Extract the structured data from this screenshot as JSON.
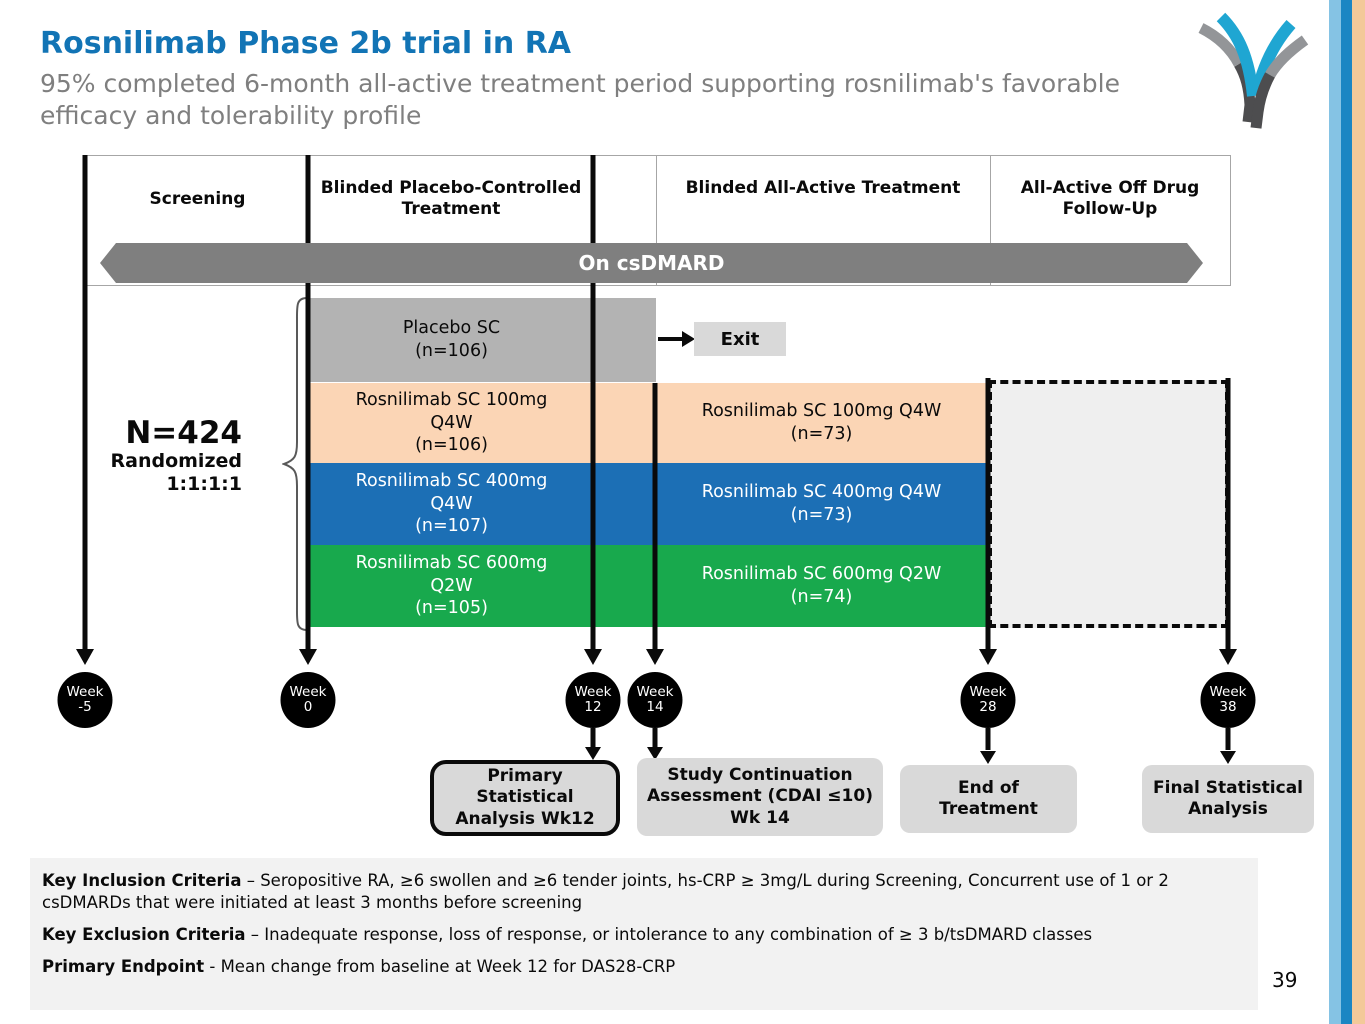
{
  "slide": {
    "title": "Rosnilimab Phase 2b trial in RA",
    "subtitle": "95% completed 6-month all-active treatment period supporting rosnilimab's favorable efficacy and tolerability profile",
    "page_number": "39"
  },
  "colors": {
    "title_blue": "#1274b5",
    "subtitle_gray": "#7f7f7f",
    "banner_gray": "#7f7f7f",
    "arm_placebo_gray": "#b3b3b3",
    "arm_100mg_peach": "#fbd5b5",
    "arm_400mg_blue": "#1c6fb5",
    "arm_600mg_green": "#18a94d",
    "callout_gray": "#d9d9d9",
    "criteria_bg": "#f2f2f2",
    "edge_stripe_light_blue": "#85c3e4",
    "edge_stripe_blue": "#1b86c3",
    "edge_stripe_peach": "#f3c999",
    "logo_teal": "#1fa6d2",
    "logo_gray": "#6d6e71",
    "logo_charcoal": "#4d4d4f"
  },
  "phases": [
    {
      "label": "Screening"
    },
    {
      "label": "Blinded Placebo-Controlled Treatment"
    },
    {
      "label": "Blinded All-Active Treatment"
    },
    {
      "label": "All-Active Off Drug Follow-Up"
    }
  ],
  "banner": {
    "label": "On csDMARD"
  },
  "randomization": {
    "n": "N=424",
    "line2": "Randomized",
    "ratio": "1:1:1:1"
  },
  "arms": [
    {
      "name": "Placebo SC",
      "n1": "(n=106)",
      "exit_label": "Exit"
    },
    {
      "p1_line1": "Rosnilimab SC 100mg",
      "p1_line2": "Q4W",
      "p1_n": "(n=106)",
      "p2_line1": "Rosnilimab SC 100mg Q4W",
      "p2_n": "(n=73)"
    },
    {
      "p1_line1": "Rosnilimab SC 400mg",
      "p1_line2": "Q4W",
      "p1_n": "(n=107)",
      "p2_line1": "Rosnilimab SC 400mg Q4W",
      "p2_n": "(n=73)"
    },
    {
      "p1_line1": "Rosnilimab SC 600mg",
      "p1_line2": "Q2W",
      "p1_n": "(n=105)",
      "p2_line1": "Rosnilimab SC 600mg Q2W",
      "p2_n": "(n=74)"
    }
  ],
  "timeline": [
    {
      "label": "Week",
      "value": "-5"
    },
    {
      "label": "Week",
      "value": "0"
    },
    {
      "label": "Week",
      "value": "12"
    },
    {
      "label": "Week",
      "value": "14"
    },
    {
      "label": "Week",
      "value": "28"
    },
    {
      "label": "Week",
      "value": "38"
    }
  ],
  "callouts": [
    {
      "label": "Primary Statistical Analysis Wk12"
    },
    {
      "label": "Study Continuation Assessment (CDAI ≤10) Wk 14"
    },
    {
      "label": "End of Treatment"
    },
    {
      "label": "Final Statistical Analysis"
    }
  ],
  "criteria": {
    "inclusion_label": "Key Inclusion Criteria",
    "inclusion_text": " – Seropositive RA, ≥6 swollen and ≥6 tender joints, hs-CRP ≥ 3mg/L during Screening, Concurrent use of 1 or 2 csDMARDs that were initiated at least 3 months before screening",
    "exclusion_label": "Key Exclusion Criteria",
    "exclusion_text": " – Inadequate response, loss of response, or intolerance to any combination of ≥ 3 b/tsDMARD classes",
    "endpoint_label": "Primary Endpoint",
    "endpoint_text": " - Mean change from baseline at Week 12 for DAS28-CRP"
  }
}
